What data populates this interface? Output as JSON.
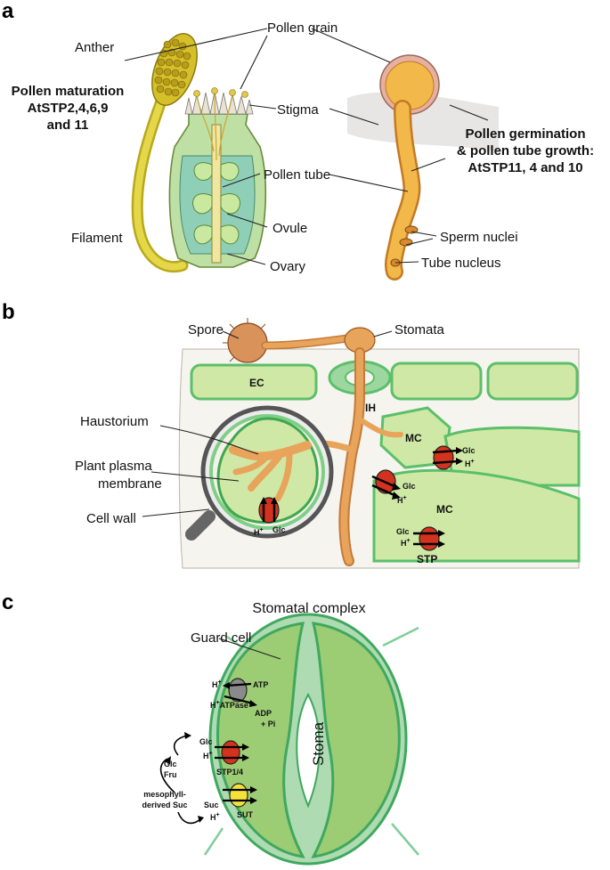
{
  "panels": {
    "a": "a",
    "b": "b",
    "c": "c"
  },
  "panel_a": {
    "anther": "Anther",
    "pollen_grain": "Pollen grain",
    "maturation_line1": "Pollen maturation",
    "maturation_line2": "AtSTP2,4,6,9",
    "maturation_line3": "and 11",
    "stigma": "Stigma",
    "germination_line1": "Pollen germination",
    "germination_line2": "& pollen tube growth:",
    "germination_line3": "AtSTP11, 4 and 10",
    "pollen_tube": "Pollen tube",
    "ovule": "Ovule",
    "filament": "Filament",
    "ovary": "Ovary",
    "sperm_nuclei": "Sperm nuclei",
    "tube_nucleus": "Tube nucleus"
  },
  "panel_b": {
    "spore": "Spore",
    "stomata": "Stomata",
    "ec": "EC",
    "ih": "IH",
    "mc": "MC",
    "haustorium": "Haustorium",
    "plasma_line1": "Plant plasma",
    "plasma_line2": "membrane",
    "cell_wall": "Cell wall",
    "glc": "Glc",
    "h": "H",
    "plus": "+",
    "stp": "STP"
  },
  "panel_c": {
    "title": "Stomatal complex",
    "guard_cell": "Guard cell",
    "stoma": "Stoma",
    "atp": "ATP",
    "h_atpase": "ATPase",
    "adp": "ADP",
    "pi": "+ Pi",
    "glc": "Glc",
    "fru": "Fru",
    "h": "H",
    "plus": "+",
    "stp14": "STP1/4",
    "mesophyll_line1": "mesophyll-",
    "mesophyll_line2": "derived Suc",
    "suc": "Suc",
    "sut": "SUT"
  },
  "colors": {
    "pollen_yellow": "#d9c21f",
    "tube_orange": "#e09a3c",
    "cell_green": "#5cbf6a",
    "cytoplasm_green": "#cfe8a6",
    "transporter_red": "#d2321e",
    "sut_yellow": "#f4e23a",
    "atpase_gray": "#8a8a8a"
  }
}
